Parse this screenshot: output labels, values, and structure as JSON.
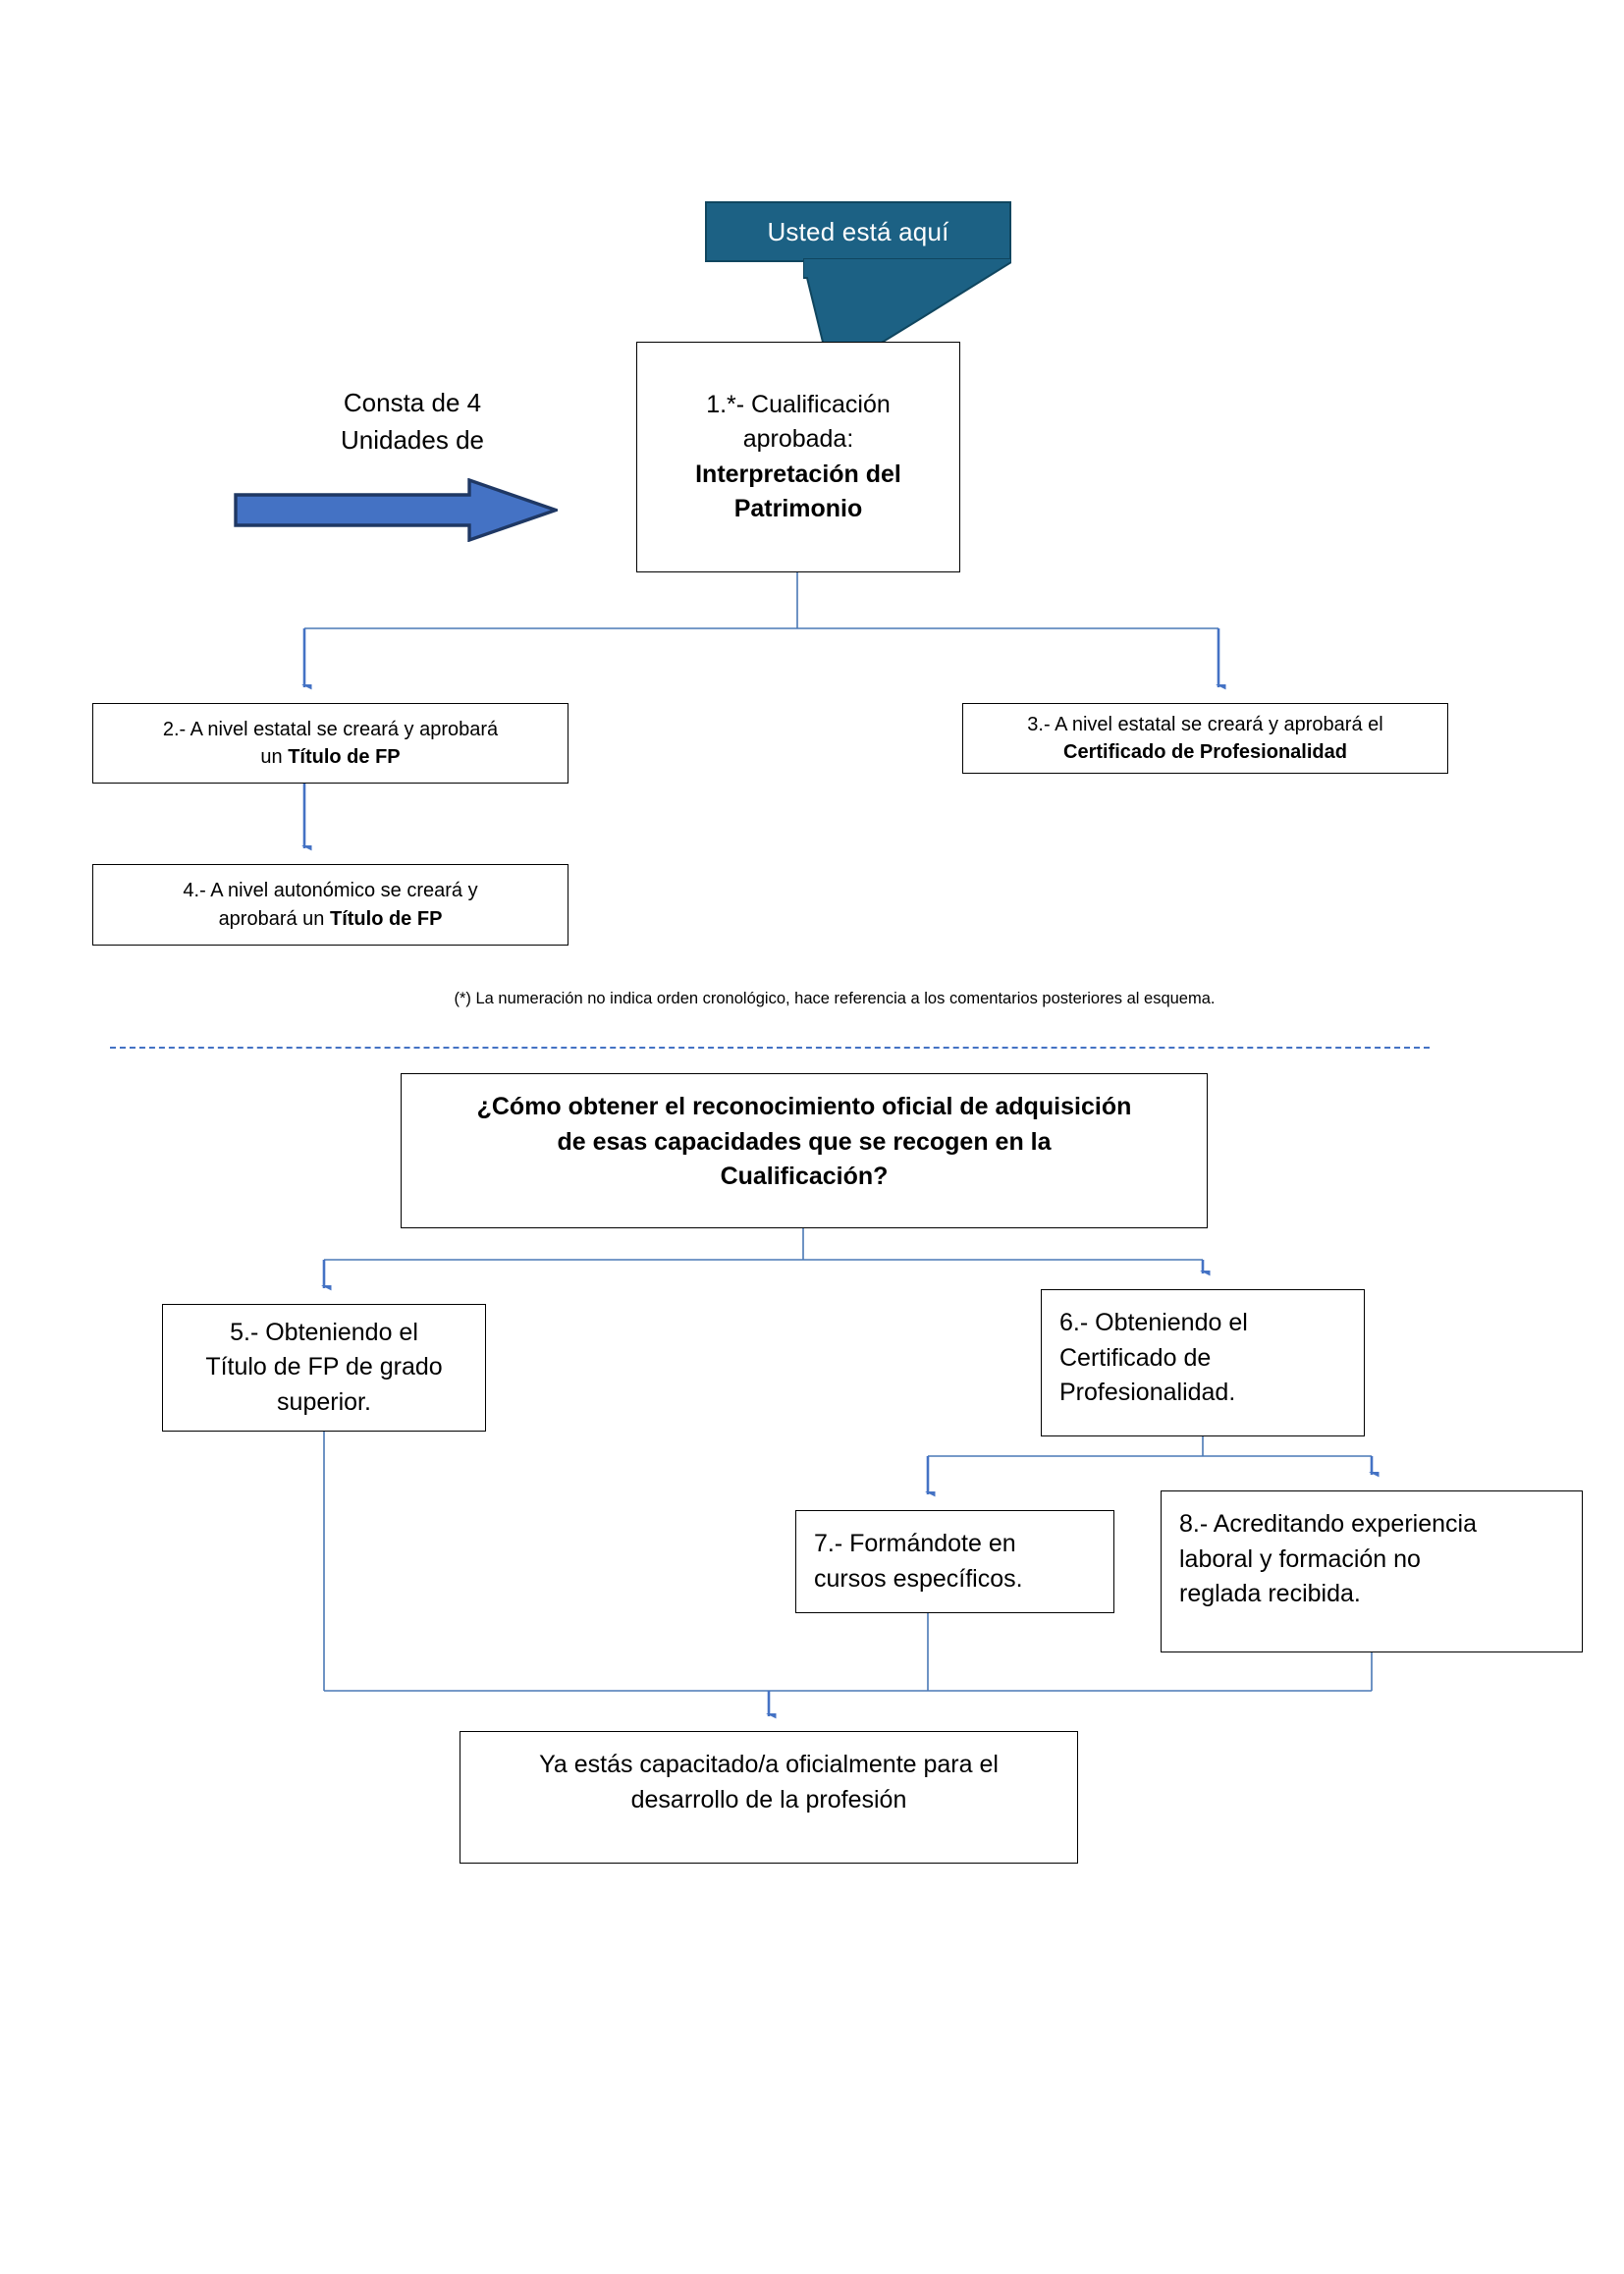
{
  "callout": {
    "text": "Usted está aquí",
    "fill": "#1C6184",
    "stroke": "#10465F",
    "text_color": "#FFFFFF"
  },
  "side_note": {
    "line1": "Consta de 4",
    "line2": "Unidades de"
  },
  "block_arrow": {
    "fill": "#4472C4",
    "stroke": "#1F3864",
    "direction": "right"
  },
  "connector_color": "#4A78B5",
  "nodes": {
    "box1": {
      "line1": "1.*- Cualificación",
      "line2": "aprobada:",
      "bold1": "Interpretación del",
      "bold2": "Patrimonio"
    },
    "box2": {
      "line1": "2.- A nivel estatal se creará y aprobará",
      "line2_plain": "un ",
      "line2_bold": "Título de FP"
    },
    "box3": {
      "line1": "3.- A nivel estatal se creará y aprobará el",
      "line2_bold": "Certificado de Profesionalidad"
    },
    "box4": {
      "line1": "4.- A nivel autonómico se creará y",
      "line2_plain": "aprobará un ",
      "line2_bold": "Título de FP"
    },
    "question": {
      "line1": "¿Cómo obtener el reconocimiento oficial de adquisición",
      "line2": "de esas capacidades que se recogen en la",
      "line3": "Cualificación?"
    },
    "box5": {
      "line1": "5.- Obteniendo el",
      "line2": "Título de FP de grado",
      "line3": "superior."
    },
    "box6": {
      "line1": "6.- Obteniendo el",
      "line2": "Certificado de",
      "line3": "Profesionalidad."
    },
    "box7": {
      "line1": "7.- Formándote en",
      "line2": "cursos específicos."
    },
    "box8": {
      "line1": "8.- Acreditando experiencia",
      "line2": "laboral y formación no",
      "line3": "reglada recibida."
    },
    "final": {
      "line1": "Ya estás capacitado/a oficialmente para el",
      "line2": "desarrollo de la profesión"
    }
  },
  "footnote": {
    "text": "(*) La numeración no indica orden cronológico, hace referencia a los comentarios posteriores al esquema."
  },
  "divider": {
    "style": "dashed",
    "color": "#4472C4"
  }
}
